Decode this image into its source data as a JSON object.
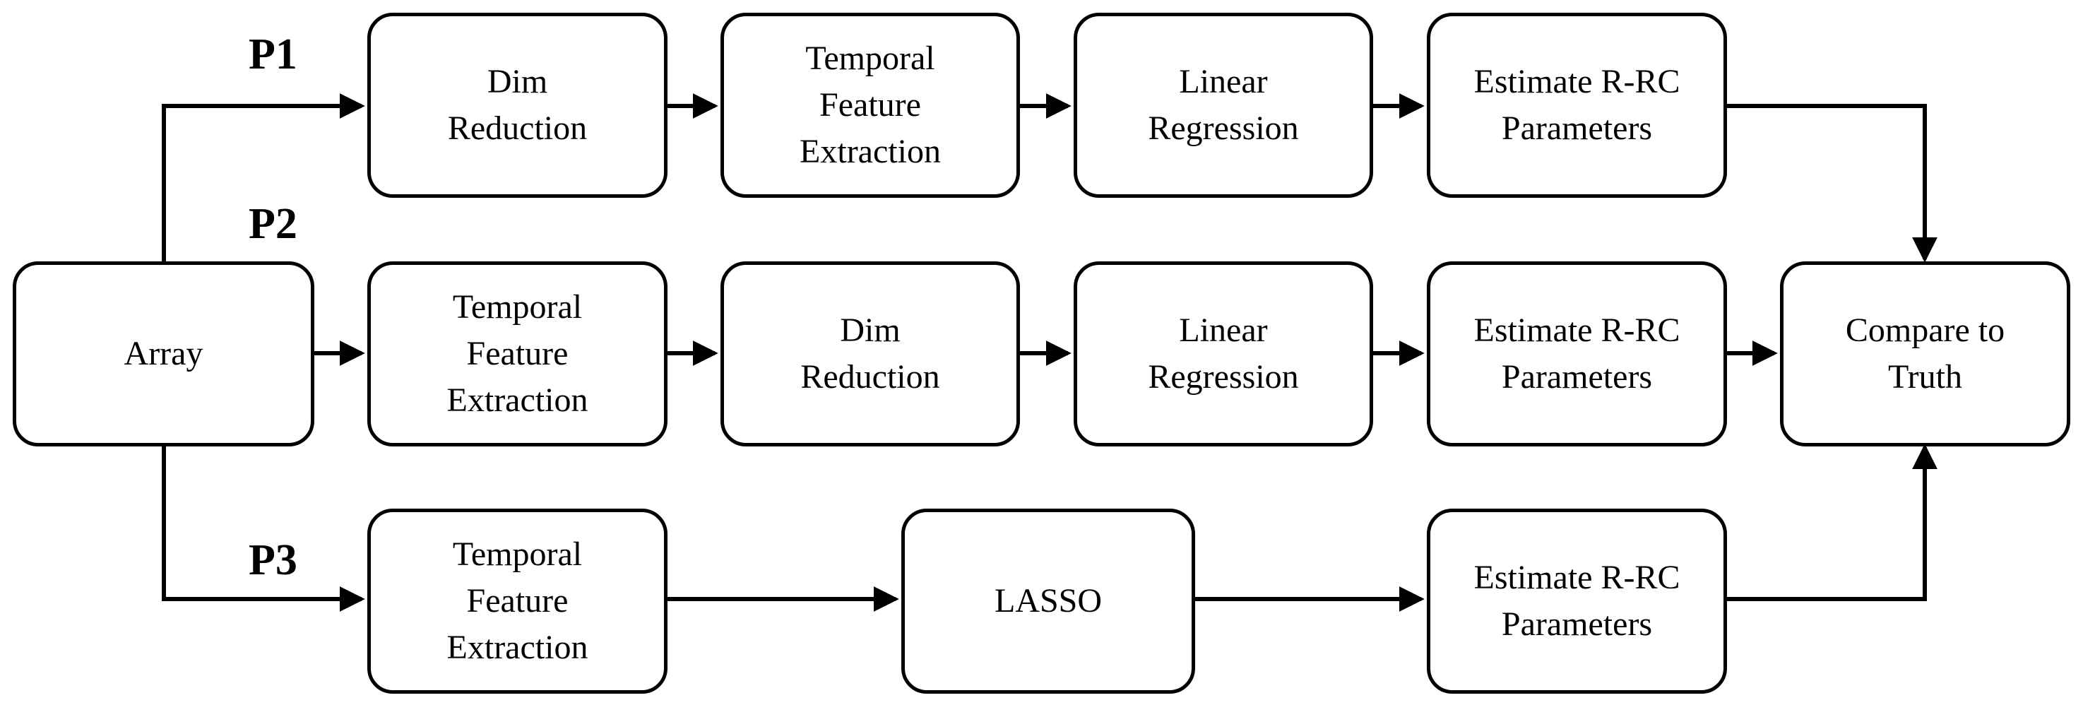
{
  "colors": {
    "stroke": "#000000",
    "background": "#ffffff",
    "text": "#000000"
  },
  "paths": {
    "p1": "P1",
    "p2": "P2",
    "p3": "P3"
  },
  "nodes": {
    "array": "Array",
    "p1_dim_reduction": "Dim\nReduction",
    "p1_temporal_feature_extraction": "Temporal\nFeature\nExtraction",
    "p1_linear_regression": "Linear\nRegression",
    "p1_estimate_rrc": "Estimate R-RC\nParameters",
    "p2_temporal_feature_extraction": "Temporal\nFeature\nExtraction",
    "p2_dim_reduction": "Dim\nReduction",
    "p2_linear_regression": "Linear\nRegression",
    "p2_estimate_rrc": "Estimate R-RC\nParameters",
    "compare_to_truth": "Compare to\nTruth",
    "p3_temporal_feature_extraction": "Temporal\nFeature\nExtraction",
    "p3_lasso": "LASSO",
    "p3_estimate_rrc": "Estimate R-RC\nParameters"
  }
}
